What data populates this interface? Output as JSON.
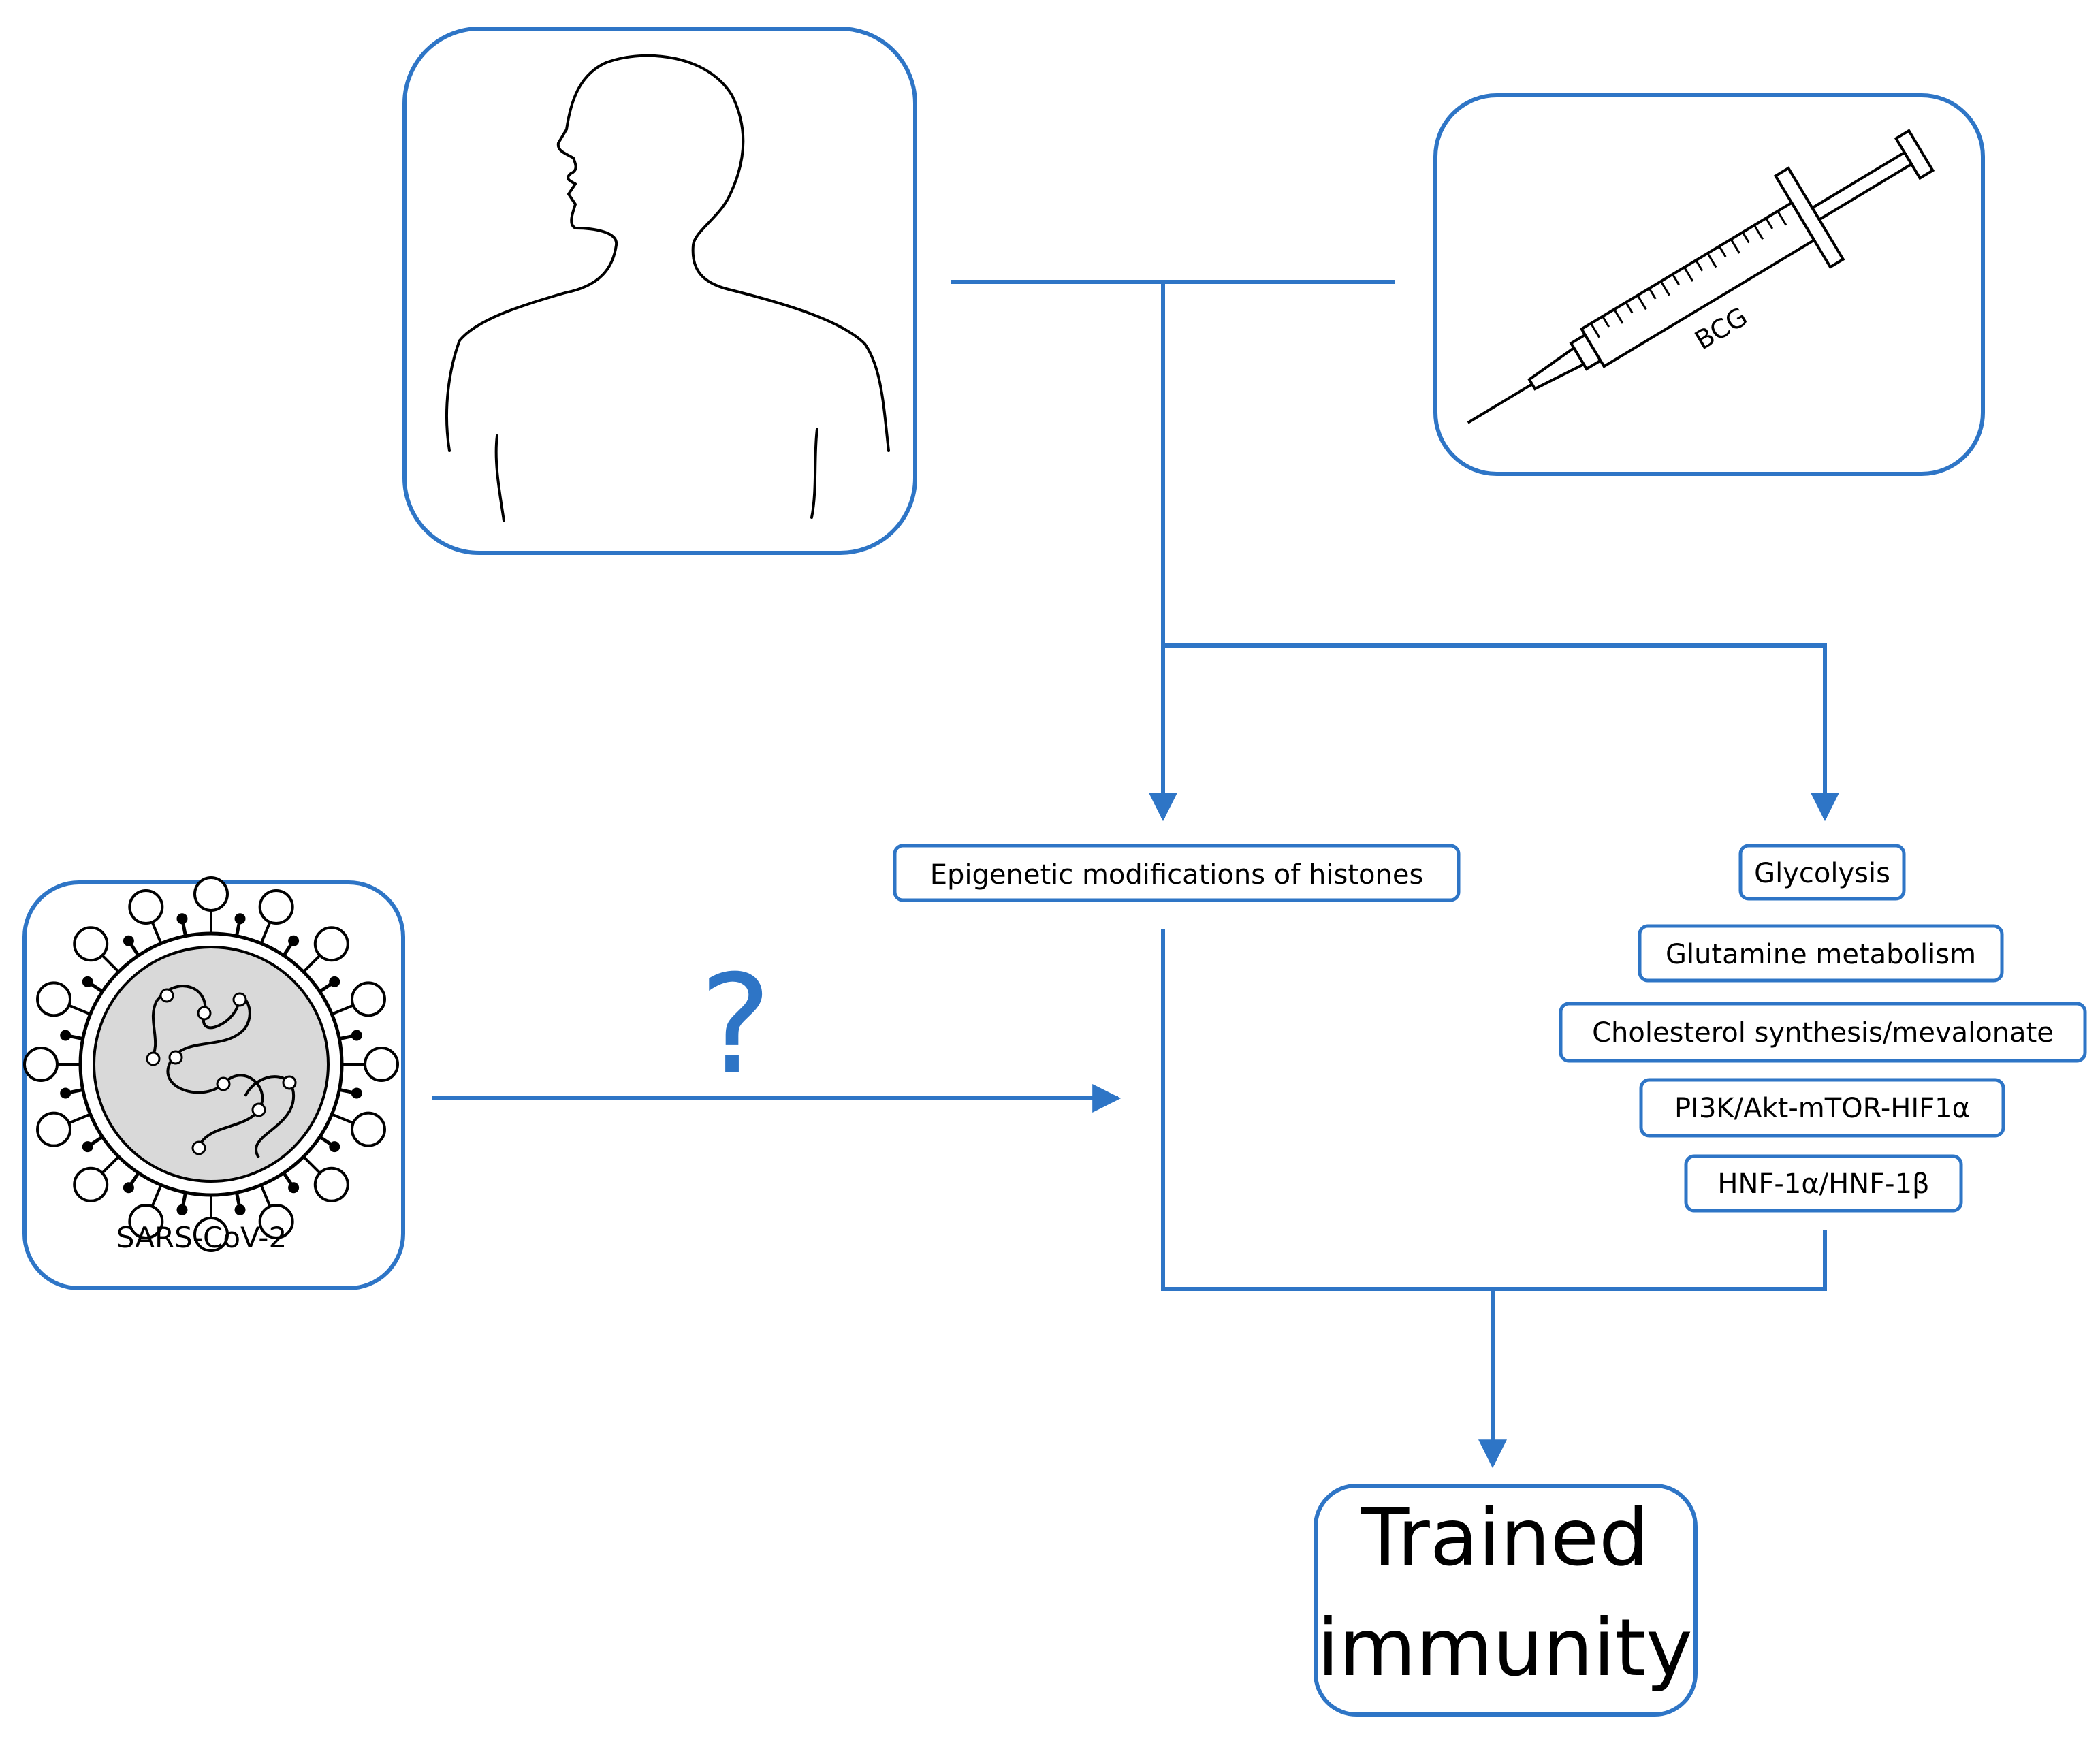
{
  "colors": {
    "accent": "#2E75C6",
    "ink": "#000000",
    "virus_core": "#d9d9d9",
    "background": "#ffffff"
  },
  "nodes": {
    "human": {
      "icon": "human-silhouette-icon"
    },
    "bcg": {
      "icon": "syringe-icon",
      "label": "BCG"
    },
    "sars": {
      "icon": "virus-icon",
      "label": "SARS-CoV-2"
    },
    "epigenetic": {
      "label": "Epigenetic modifications of histones"
    },
    "metabolic": [
      {
        "label": "Glycolysis"
      },
      {
        "label": "Glutamine metabolism"
      },
      {
        "label": "Cholesterol synthesis/mevalonate"
      },
      {
        "label": "PI3K/Akt-mTOR-HIF1α"
      },
      {
        "label": "HNF-1α/HNF-1β"
      }
    ],
    "question": {
      "label": "?"
    },
    "trained": {
      "line1": "Trained",
      "line2": "immunity"
    }
  }
}
